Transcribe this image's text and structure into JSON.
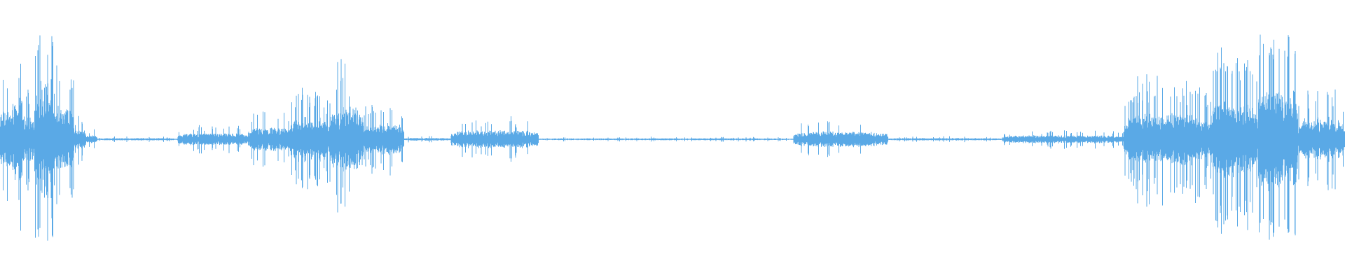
{
  "waveform": {
    "color": "#5aa9e6",
    "segments": [
      {
        "from": 0.0,
        "to": 0.008,
        "level": 0.3,
        "spiky": 0.55
      },
      {
        "from": 0.008,
        "to": 0.018,
        "level": 0.42,
        "spiky": 0.6
      },
      {
        "from": 0.018,
        "to": 0.026,
        "level": 0.22,
        "spiky": 0.45
      },
      {
        "from": 0.026,
        "to": 0.04,
        "level": 0.62,
        "spiky": 0.45
      },
      {
        "from": 0.04,
        "to": 0.055,
        "level": 0.34,
        "spiky": 0.4
      },
      {
        "from": 0.055,
        "to": 0.064,
        "level": 0.1,
        "spiky": 0.4
      },
      {
        "from": 0.064,
        "to": 0.072,
        "level": 0.04,
        "spiky": 0.3
      },
      {
        "from": 0.072,
        "to": 0.132,
        "level": 0.012,
        "spiky": 0.15
      },
      {
        "from": 0.132,
        "to": 0.185,
        "level": 0.06,
        "spiky": 0.25
      },
      {
        "from": 0.185,
        "to": 0.215,
        "level": 0.12,
        "spiky": 0.35
      },
      {
        "from": 0.215,
        "to": 0.245,
        "level": 0.22,
        "spiky": 0.55
      },
      {
        "from": 0.245,
        "to": 0.27,
        "level": 0.33,
        "spiky": 0.55
      },
      {
        "from": 0.27,
        "to": 0.3,
        "level": 0.16,
        "spiky": 0.3
      },
      {
        "from": 0.3,
        "to": 0.335,
        "level": 0.014,
        "spiky": 0.2
      },
      {
        "from": 0.335,
        "to": 0.4,
        "level": 0.09,
        "spiky": 0.25
      },
      {
        "from": 0.4,
        "to": 0.59,
        "level": 0.01,
        "spiky": 0.15
      },
      {
        "from": 0.59,
        "to": 0.66,
        "level": 0.08,
        "spiky": 0.2
      },
      {
        "from": 0.66,
        "to": 0.745,
        "level": 0.012,
        "spiky": 0.2
      },
      {
        "from": 0.745,
        "to": 0.835,
        "level": 0.04,
        "spiky": 0.25
      },
      {
        "from": 0.835,
        "to": 0.9,
        "level": 0.26,
        "spiky": 0.65
      },
      {
        "from": 0.9,
        "to": 0.935,
        "level": 0.38,
        "spiky": 0.65
      },
      {
        "from": 0.935,
        "to": 0.965,
        "level": 0.55,
        "spiky": 0.65
      },
      {
        "from": 0.965,
        "to": 1.0,
        "level": 0.22,
        "spiky": 0.45
      }
    ]
  }
}
